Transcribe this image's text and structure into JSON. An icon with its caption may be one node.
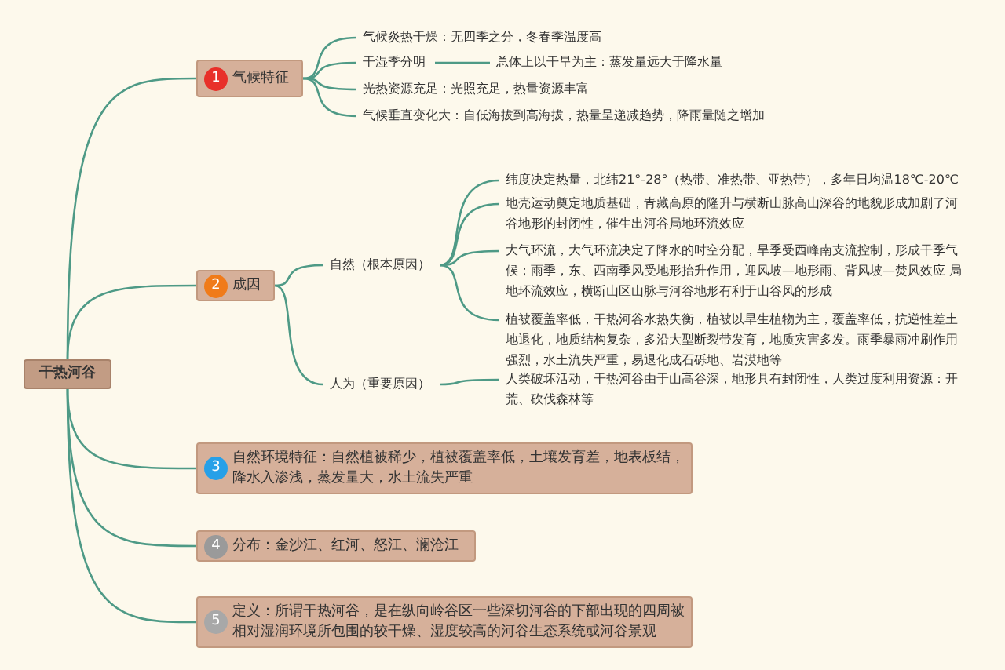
{
  "diagram": {
    "nodes": [
      {
        "text": [
          "干热河谷"
        ]
      },
      {
        "text": [
          "1",
          "气候特征"
        ]
      },
      {
        "text": [
          "气候炎热干燥：无四季之分，冬春季温度高"
        ]
      },
      {
        "text": [
          "干湿季分明"
        ]
      },
      {
        "text": [
          "总体上以干旱为主：蒸发量远大于降水量"
        ]
      },
      {
        "text": [
          "光热资源充足：光照充足，热量资源丰富"
        ]
      },
      {
        "text": [
          "气候垂直变化大：自低海拔到高海拔，热量呈递减趋势，降雨量随之增加"
        ]
      },
      {
        "text": [
          "2",
          "成因"
        ]
      },
      {
        "text": [
          "自然（根本原因）"
        ]
      },
      {
        "text": [
          "纬度决定热量，北纬21°-28°（热带、准热带、亚热带），多年日均温18℃-20℃"
        ]
      },
      {
        "text": [
          "地壳运动奠定地质基础，青藏高原的隆升与横断山脉高山深谷的地貌形成加剧了河谷地形的封闭性，催生出河谷局地环流效应"
        ]
      },
      {
        "text": [
          "大气环流，大气环流决定了降水的时空分配，旱季受西峰南支流控制，形成干季气候；雨季，东、西南季风受地形抬升作用，迎风坡—地形雨、背风坡—焚风效应 局地环流效应，横断山区山脉与河谷地形有利于山谷风的形成"
        ]
      },
      {
        "text": [
          "植被覆盖率低，干热河谷水热失衡，植被以旱生植物为主，覆盖率低，抗逆性差土地退化，地质结构复杂，多沿大型断裂带发育，地质灾害多发。雨季暴雨冲刷作用强烈，水土流失严重，易退化成石砾地、岩漠地等"
        ]
      },
      {
        "text": [
          "人为（重要原因）"
        ]
      },
      {
        "text": [
          "人类破坏活动，干热河谷由于山高谷深，地形具有封闭性，人类过度利用资源：开荒、砍伐森林等"
        ]
      },
      {
        "text": [
          "3",
          "自然环境特征：自然植被稀少，植被覆盖率低，土壤发育差，地表板结，降水入渗浅，蒸发量大，水土流失严重"
        ]
      },
      {
        "text": [
          "4",
          "分布：金沙江、红河、怒江、澜沧江"
        ]
      },
      {
        "text": [
          "5",
          "定义：所谓干热河谷，是在纵向岭谷区一些深切河谷的下部出现的四周被相对湿润环境所包围的较干燥、湿度较高的河谷生态系统或河谷景观"
        ]
      }
    ],
    "edges": [
      {
        "from": 0,
        "to": 1,
        "arrow": "none"
      },
      {
        "from": 0,
        "to": 7,
        "arrow": "none"
      },
      {
        "from": 0,
        "to": 15,
        "arrow": "none"
      },
      {
        "from": 0,
        "to": 16,
        "arrow": "none"
      },
      {
        "from": 0,
        "to": 17,
        "arrow": "none"
      },
      {
        "from": 1,
        "to": 2,
        "arrow": "none"
      },
      {
        "from": 1,
        "to": 3,
        "arrow": "none"
      },
      {
        "from": 1,
        "to": 5,
        "arrow": "none"
      },
      {
        "from": 1,
        "to": 6,
        "arrow": "none"
      },
      {
        "from": 3,
        "to": 4,
        "arrow": "none"
      },
      {
        "from": 7,
        "to": 8,
        "arrow": "none"
      },
      {
        "from": 7,
        "to": 13,
        "arrow": "none"
      },
      {
        "from": 8,
        "to": 9,
        "arrow": "none"
      },
      {
        "from": 8,
        "to": 10,
        "arrow": "none"
      },
      {
        "from": 8,
        "to": 11,
        "arrow": "none"
      },
      {
        "from": 8,
        "to": 12,
        "arrow": "none"
      },
      {
        "from": 13,
        "to": 14,
        "arrow": "none"
      }
    ]
  }
}
